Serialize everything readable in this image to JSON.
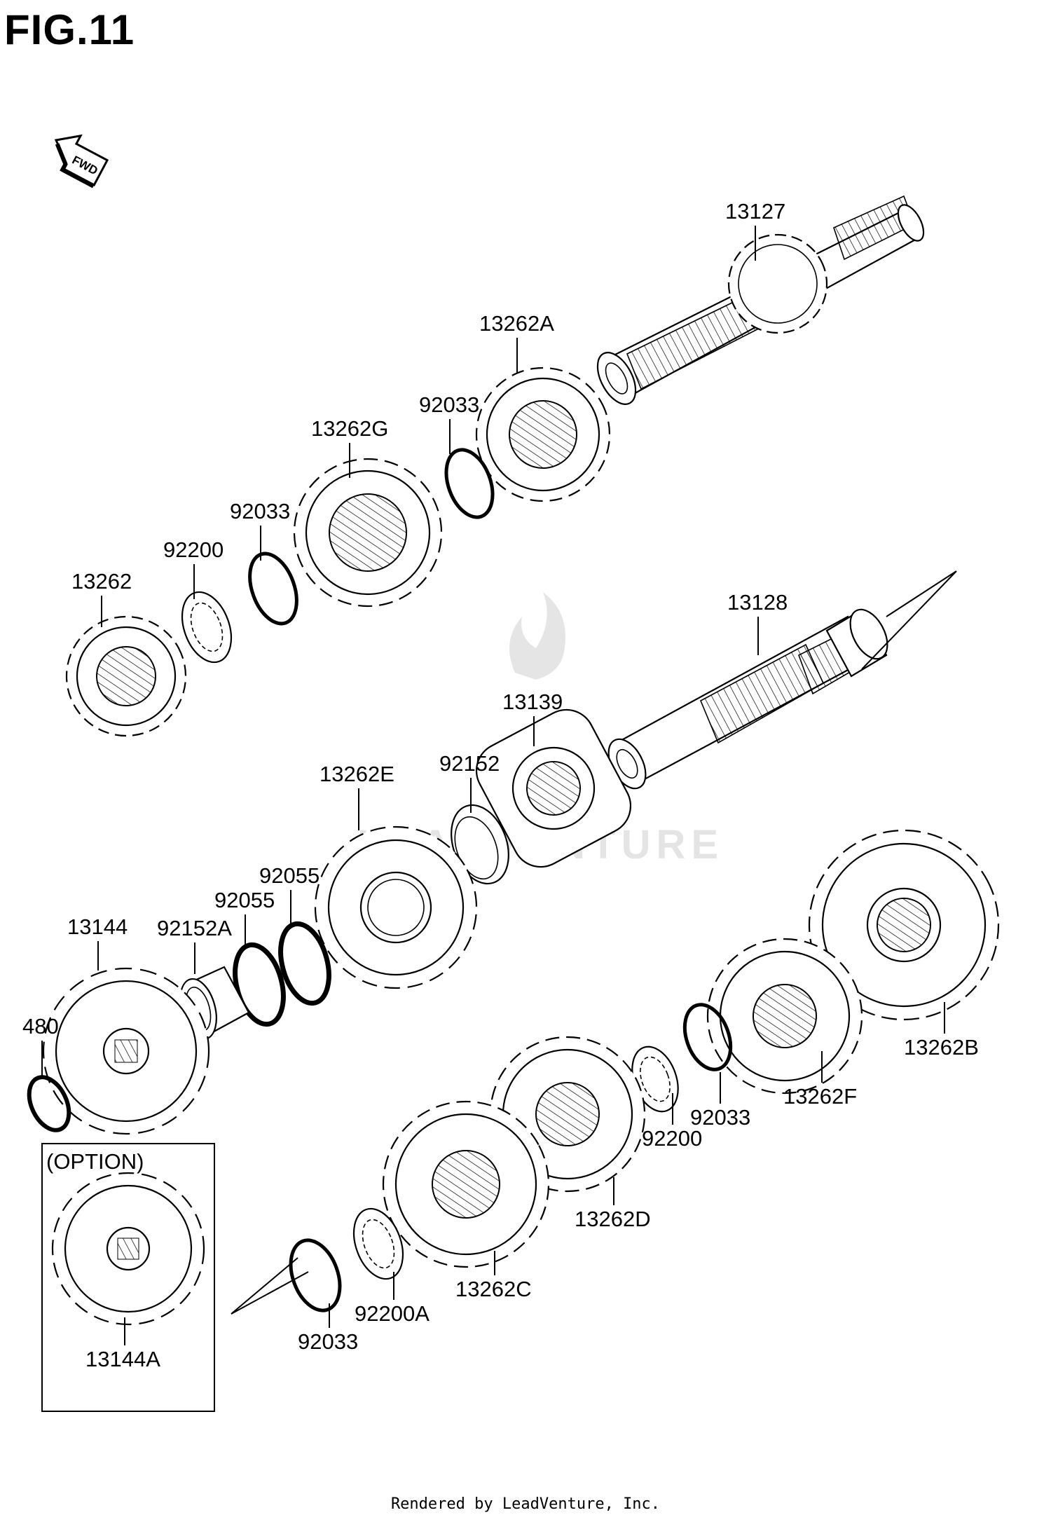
{
  "figure": {
    "title": "FIG.11",
    "direction_label": "FWD",
    "option_label": "(OPTION)",
    "footer": "Rendered by LeadVenture, Inc.",
    "watermark": "LEADVENTURE"
  },
  "parts": [
    {
      "id": "13127",
      "label": "13127"
    },
    {
      "id": "13262A",
      "label": "13262A"
    },
    {
      "id": "92033_a",
      "label": "92033"
    },
    {
      "id": "13262G",
      "label": "13262G"
    },
    {
      "id": "92033_b",
      "label": "92033"
    },
    {
      "id": "92200_a",
      "label": "92200"
    },
    {
      "id": "13262",
      "label": "13262"
    },
    {
      "id": "13128",
      "label": "13128"
    },
    {
      "id": "13139",
      "label": "13139"
    },
    {
      "id": "92152",
      "label": "92152"
    },
    {
      "id": "13262E",
      "label": "13262E"
    },
    {
      "id": "92055_a",
      "label": "92055"
    },
    {
      "id": "92055_b",
      "label": "92055"
    },
    {
      "id": "13144",
      "label": "13144"
    },
    {
      "id": "92152A",
      "label": "92152A"
    },
    {
      "id": "480",
      "label": "480"
    },
    {
      "id": "13262B",
      "label": "13262B"
    },
    {
      "id": "13262F",
      "label": "13262F"
    },
    {
      "id": "92033_c",
      "label": "92033"
    },
    {
      "id": "92200_b",
      "label": "92200"
    },
    {
      "id": "13262D",
      "label": "13262D"
    },
    {
      "id": "13262C",
      "label": "13262C"
    },
    {
      "id": "92200A",
      "label": "92200A"
    },
    {
      "id": "92033_d",
      "label": "92033"
    },
    {
      "id": "13144A",
      "label": "13144A"
    }
  ]
}
